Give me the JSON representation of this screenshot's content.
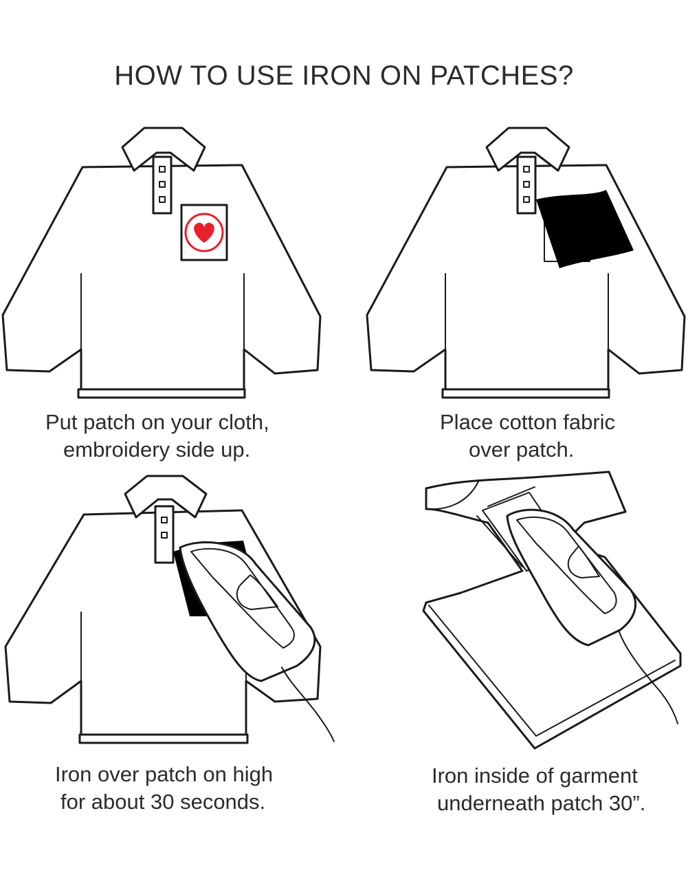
{
  "title": "HOW TO USE IRON ON PATCHES?",
  "accent_color": "#e8202a",
  "steps": [
    {
      "line1": "Put patch on your cloth,",
      "line2": "embroidery side up."
    },
    {
      "line1": "Place cotton fabric",
      "line2": "over patch."
    },
    {
      "line1": "Iron over patch on high",
      "line2": "for about 30 seconds."
    },
    {
      "line1": "Iron inside of garment",
      "line2": "underneath patch 30”."
    }
  ]
}
